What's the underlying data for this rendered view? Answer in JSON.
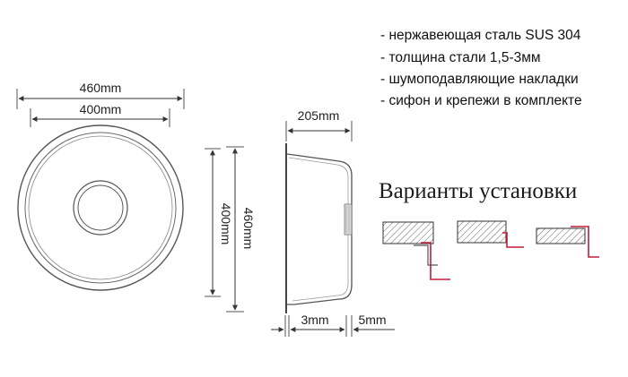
{
  "features": [
    "- нержавеющая сталь SUS 304",
    "- толщина стали 1,5-3мм",
    "- шумоподавляющие накладки",
    "- сифон и крепежи в комплекте"
  ],
  "install": {
    "title": "Варианты установки",
    "variants": [
      "variant-1",
      "variant-2",
      "variant-3"
    ]
  },
  "dimensions": {
    "outer_width": "460mm",
    "inner_width": "400mm",
    "inner_height": "400mm",
    "outer_height": "460mm",
    "depth": "205mm",
    "rim_left": "3mm",
    "rim_right": "5mm"
  },
  "colors": {
    "line": "#4a4a4a",
    "accent": "#c21e3a",
    "hatch": "#555555"
  }
}
